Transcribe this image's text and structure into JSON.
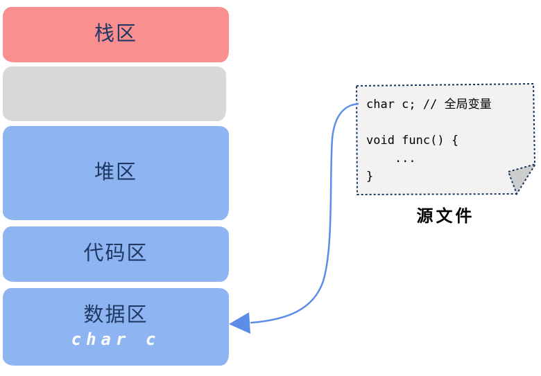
{
  "memory_diagram": {
    "regions": [
      {
        "name": "stack",
        "label": "栈区",
        "fill": "#F98F8F"
      },
      {
        "name": "reserved",
        "label": "",
        "fill": "#D8D8D8"
      },
      {
        "name": "heap",
        "label": "堆区",
        "fill": "#8EB5F1"
      },
      {
        "name": "code",
        "label": "代码区",
        "fill": "#8EB5F1"
      },
      {
        "name": "data",
        "label": "数据区",
        "variable": "char c",
        "fill": "#8EB5F1"
      }
    ],
    "label_color": "#1F3864"
  },
  "source_note": {
    "caption": "源文件",
    "code_lines": [
      "char c; // 全局变量",
      "",
      "void func() {",
      "    ...",
      "}"
    ],
    "background": "#F2F2F2",
    "border_color": "#17365D"
  },
  "arrow": {
    "from": "source_note",
    "to": "数据区",
    "color": "#5A8CE8"
  }
}
